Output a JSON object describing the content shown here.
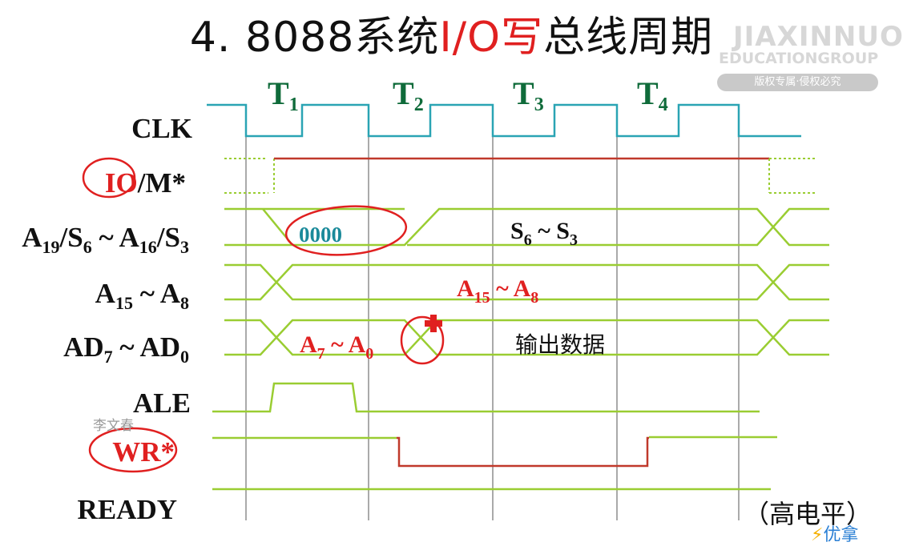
{
  "title": {
    "prefix": "4. 8088系统",
    "highlight": "I/O写",
    "suffix": "总线周期"
  },
  "watermark": {
    "line1": "JIAXINNUO",
    "line2": "EDUCATIONGROUP",
    "line3": "版权专属·侵权必究"
  },
  "states": [
    {
      "label": "T",
      "sub": "1"
    },
    {
      "label": "T",
      "sub": "2"
    },
    {
      "label": "T",
      "sub": "3"
    },
    {
      "label": "T",
      "sub": "4"
    }
  ],
  "signals": {
    "clk": "CLK",
    "io_m": {
      "io": "IO",
      "rest": "/M*"
    },
    "addr_status": {
      "a": "A",
      "s1": "19",
      "b": "/S",
      "s2": "6",
      "c": " ~ A",
      "s3": "16",
      "d": "/S",
      "s4": "3"
    },
    "addr_high": {
      "a": "A",
      "s1": "15",
      "b": " ~ A",
      "s2": "8"
    },
    "addr_data": {
      "a": "AD",
      "s1": "7",
      "b": " ~ AD",
      "s2": "0"
    },
    "ale": "ALE",
    "wr": "WR*",
    "ready": "READY"
  },
  "bus_values": {
    "zero": "0000",
    "status": {
      "a": "S",
      "s1": "6",
      "b": " ~ S",
      "s2": "3"
    },
    "addr_high": {
      "a": "A",
      "s1": "15",
      "b": " ~ A",
      "s2": "8"
    },
    "addr_low": {
      "a": "A",
      "s1": "7",
      "b": " ~ A",
      "s2": "0"
    },
    "output_data": "输出数据"
  },
  "ready_note": "（高电平）",
  "annotation_name": "李文春",
  "corner_logo": "优拿",
  "colors": {
    "clock": "#2aa4b4",
    "bus": "#9acd32",
    "signal_red": "#c0392b",
    "label_green": "#0f6b3a",
    "ink_red": "#e02020",
    "teal_text": "#1a8a9a",
    "grid": "#555555"
  }
}
